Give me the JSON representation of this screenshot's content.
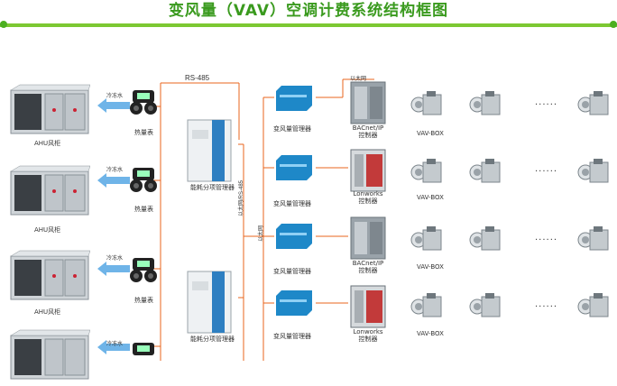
{
  "title": "变风量（VAV）空调计费系统结构框图",
  "bus": {
    "rs485": "RS-485",
    "eth_rs485": "以太网/RS-485",
    "eth_main": "以太网",
    "eth": "以太网"
  },
  "labels": {
    "ahu": "AHU风柜",
    "water": "冷冻水",
    "meter": "热量表",
    "energy_panel": "能耗分项管理器",
    "vav_manager": "变风量管理器",
    "bacnet": [
      "BACnet/IP",
      "控制器"
    ],
    "lonworks": [
      "Lonworks",
      "控制器"
    ],
    "vav_box": "VAV-BOX",
    "dots": "......"
  },
  "colors": {
    "title": "#3a9a1e",
    "bar": "#7cc832",
    "line": "#e8641c",
    "arrow": "#6fb4e8",
    "device_blue": "#1e88c8"
  }
}
